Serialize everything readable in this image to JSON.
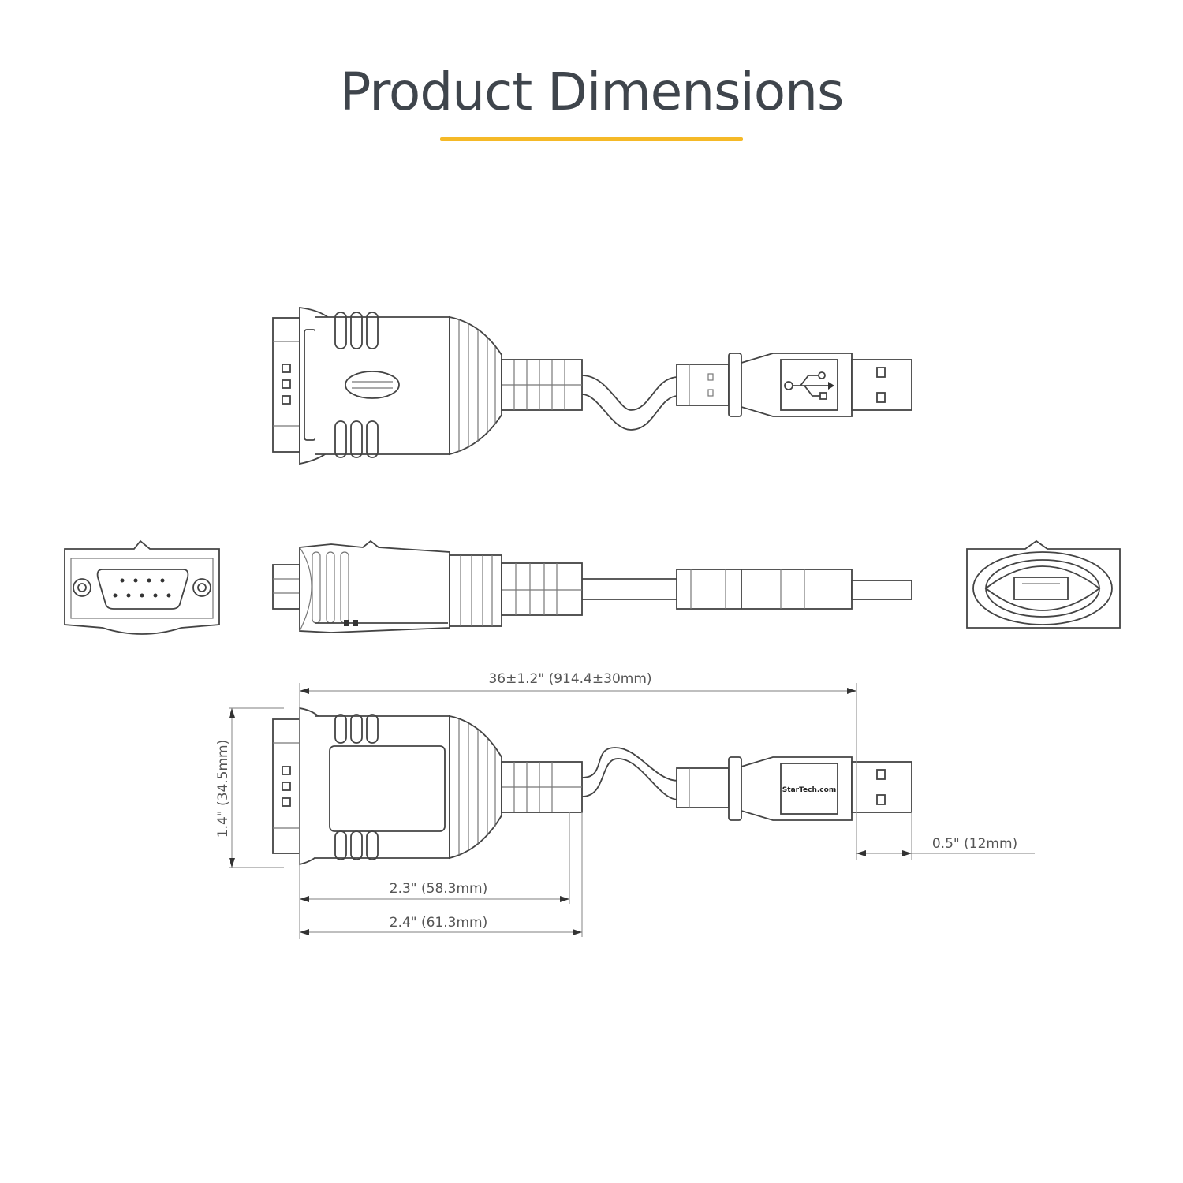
{
  "header": {
    "title": "Product Dimensions",
    "accent_color": "#f5b927"
  },
  "views": {
    "top_view": {
      "label": "top-view",
      "usb_logo": "usb-trident-icon"
    },
    "side_view": {
      "label": "side-view"
    },
    "db9_end_view": {
      "label": "db9-end-view",
      "pins_top_row": 4,
      "pins_bottom_row": 5
    },
    "usb_end_view": {
      "label": "usb-end-view"
    },
    "bottom_view": {
      "label": "bottom-view",
      "brand_mark": "StarTech.com"
    }
  },
  "dimensions": {
    "overall_length": "36±1.2\" (914.4±30mm)",
    "height": "1.4\" (34.5mm)",
    "usb_plug_length": "0.5\" (12mm)",
    "body_length_short": "2.3\" (58.3mm)",
    "body_length_long": "2.4\" (61.3mm)"
  },
  "colors": {
    "line": "#444444",
    "dimension_line": "#999999",
    "text": "#555555"
  }
}
